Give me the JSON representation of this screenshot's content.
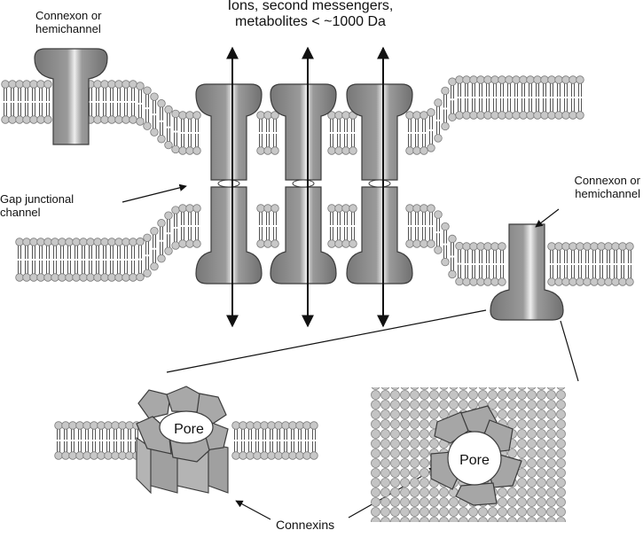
{
  "diagram": {
    "title_lines": [
      "Ions, second messengers,",
      "metabolites < ~1000 Da"
    ],
    "labels": {
      "hemichannel_top": [
        "Connexon or",
        "hemichannel"
      ],
      "hemichannel_right": [
        "Connexon or",
        "hemichannel"
      ],
      "gap_junction": [
        "Gap junctional",
        "channel"
      ],
      "connexins": "Connexins",
      "pore_left": "Pore",
      "pore_right": "Pore"
    },
    "colors": {
      "protein_fill": "#8c8c8c",
      "protein_dark": "#6e6e6e",
      "protein_stroke": "#3c3c3c",
      "lipid_head": "#c8c8c8",
      "lipid_tail": "#555555",
      "subunit_fill": "#a8a8a8",
      "arrow": "#111111"
    }
  }
}
